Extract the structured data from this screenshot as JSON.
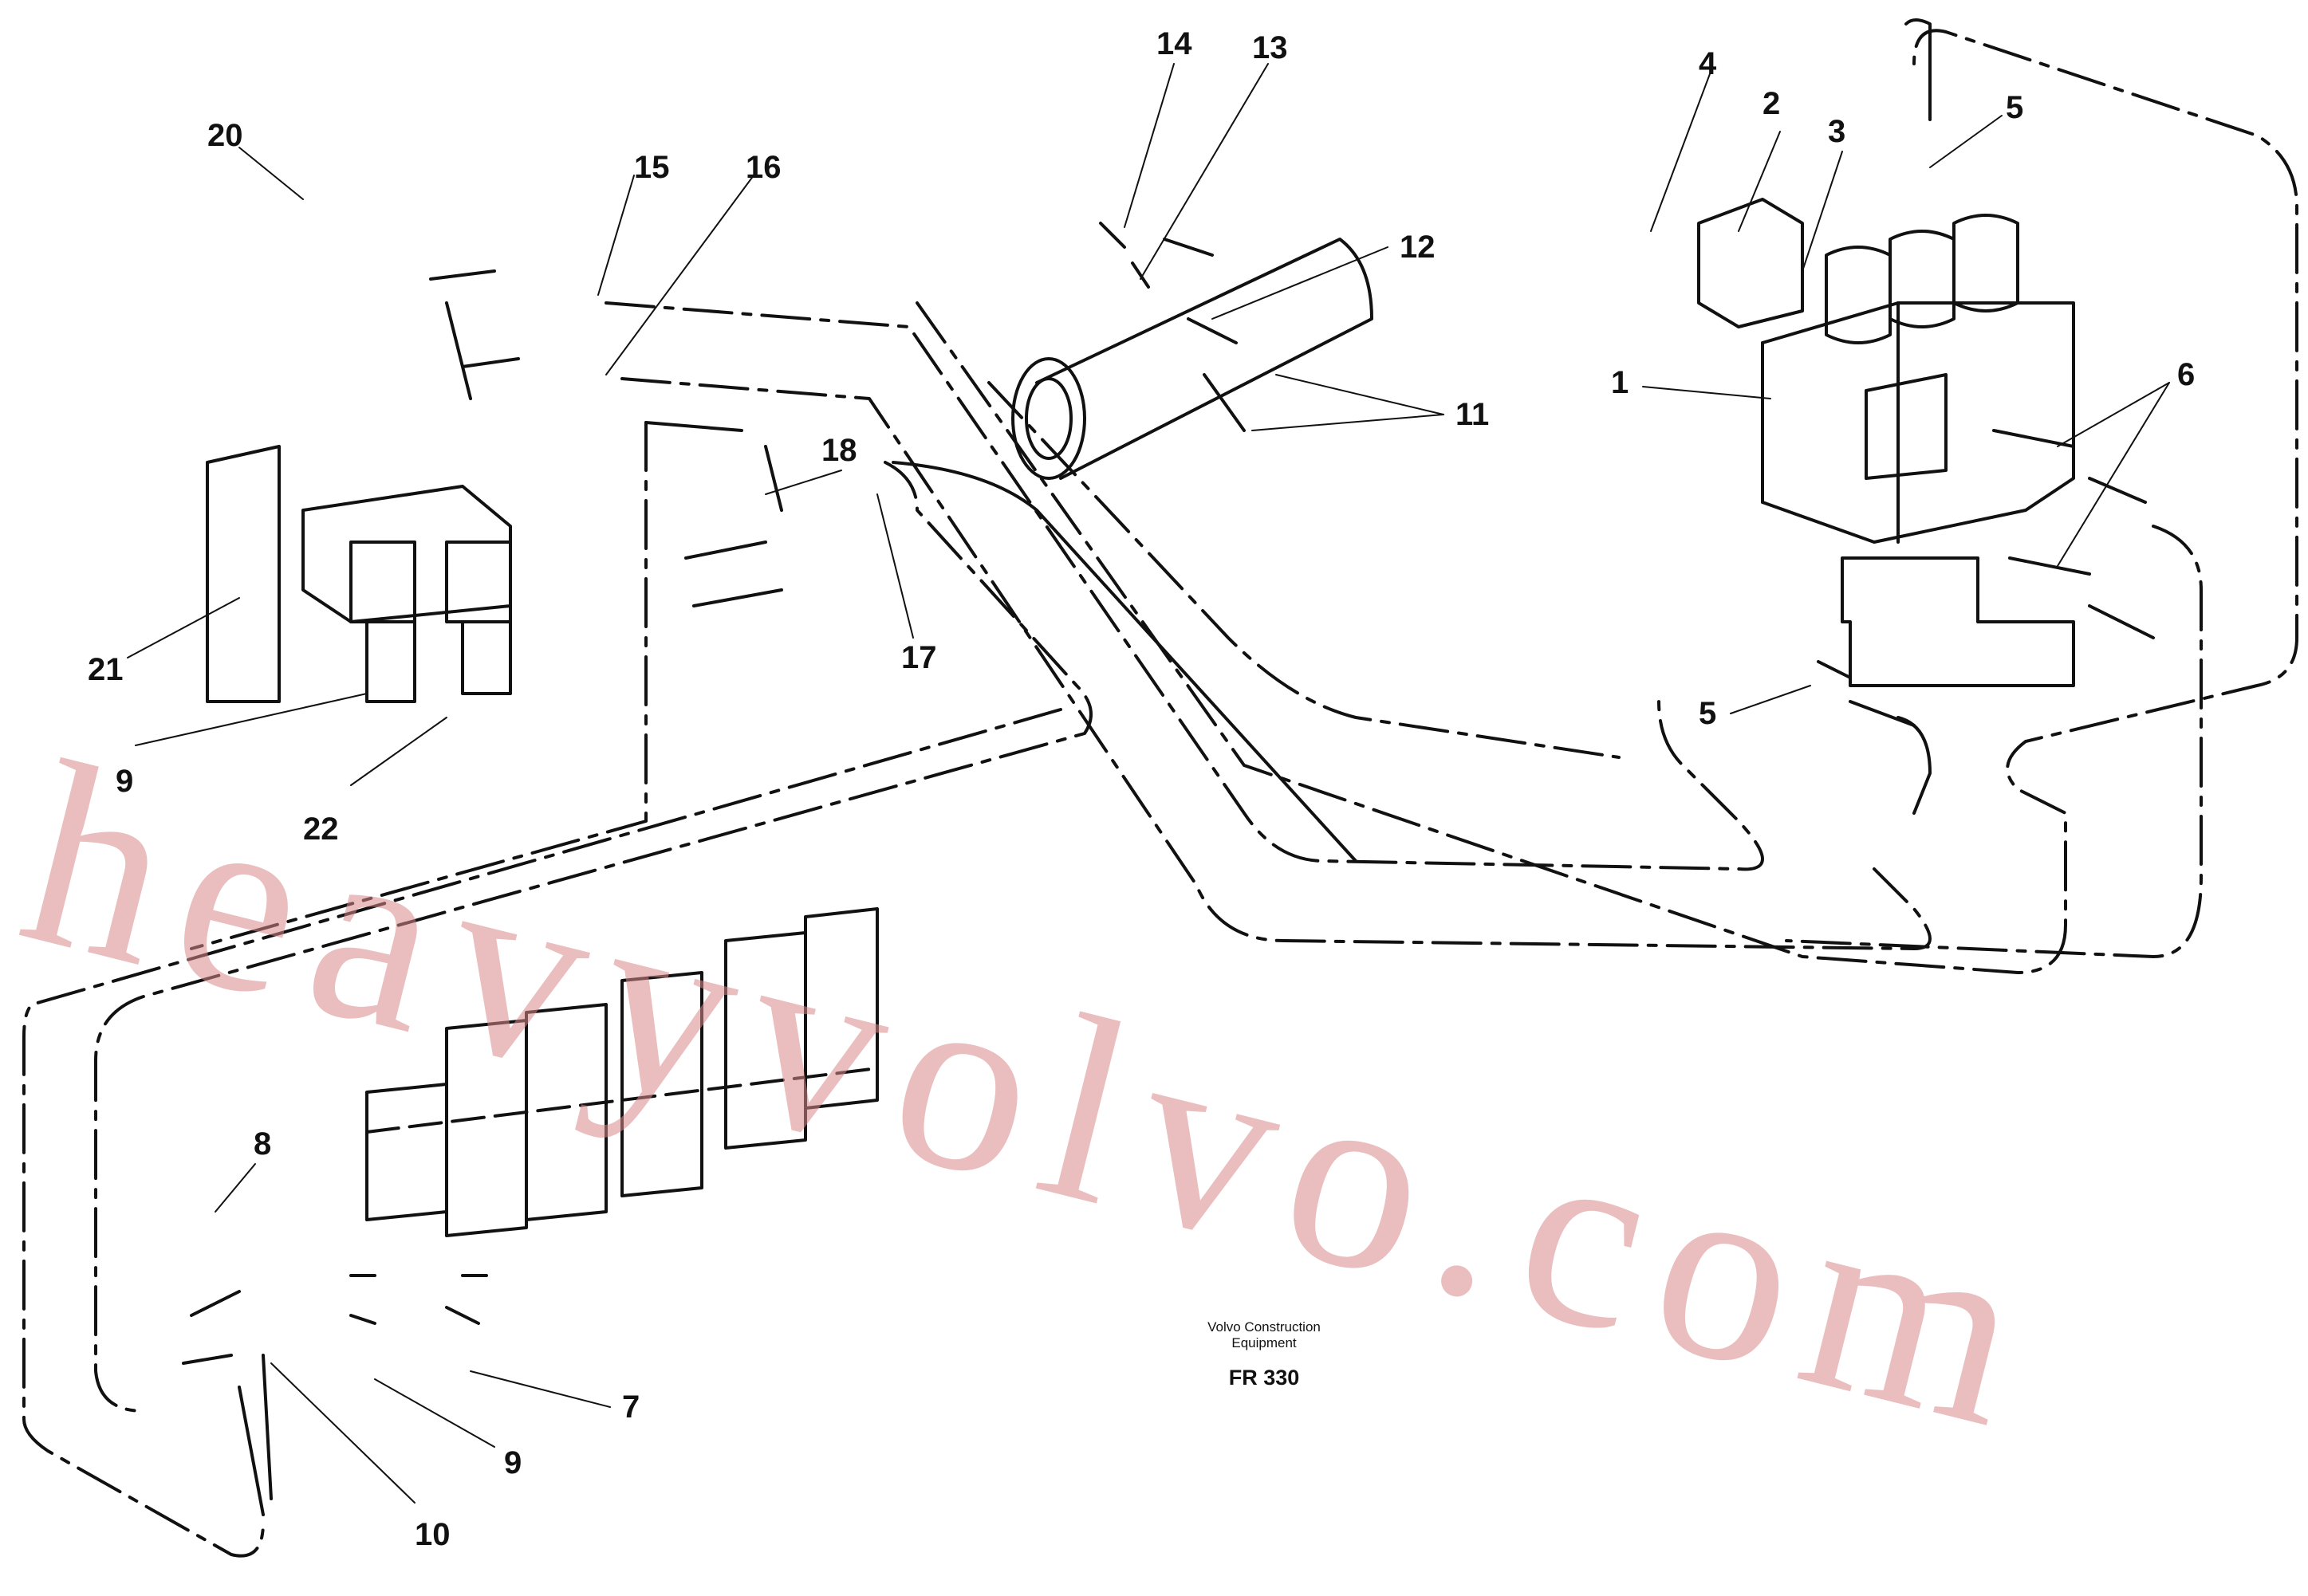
{
  "diagram": {
    "caption": {
      "line1": "Volvo Construction",
      "line2": "Equipment",
      "code": "FR 330"
    },
    "watermark": "heavyvolvo.com",
    "part_labels": {
      "p1": "1",
      "p2": "2",
      "p3": "3",
      "p4": "4",
      "p5a": "5",
      "p5b": "5",
      "p6": "6",
      "p7": "7",
      "p8": "8",
      "p9a": "9",
      "p9b": "9",
      "p10": "10",
      "p11": "11",
      "p12": "12",
      "p13": "13",
      "p14": "14",
      "p15": "15",
      "p16": "16",
      "p17": "17",
      "p18": "18",
      "p20": "20",
      "p21": "21",
      "p22": "22"
    }
  }
}
